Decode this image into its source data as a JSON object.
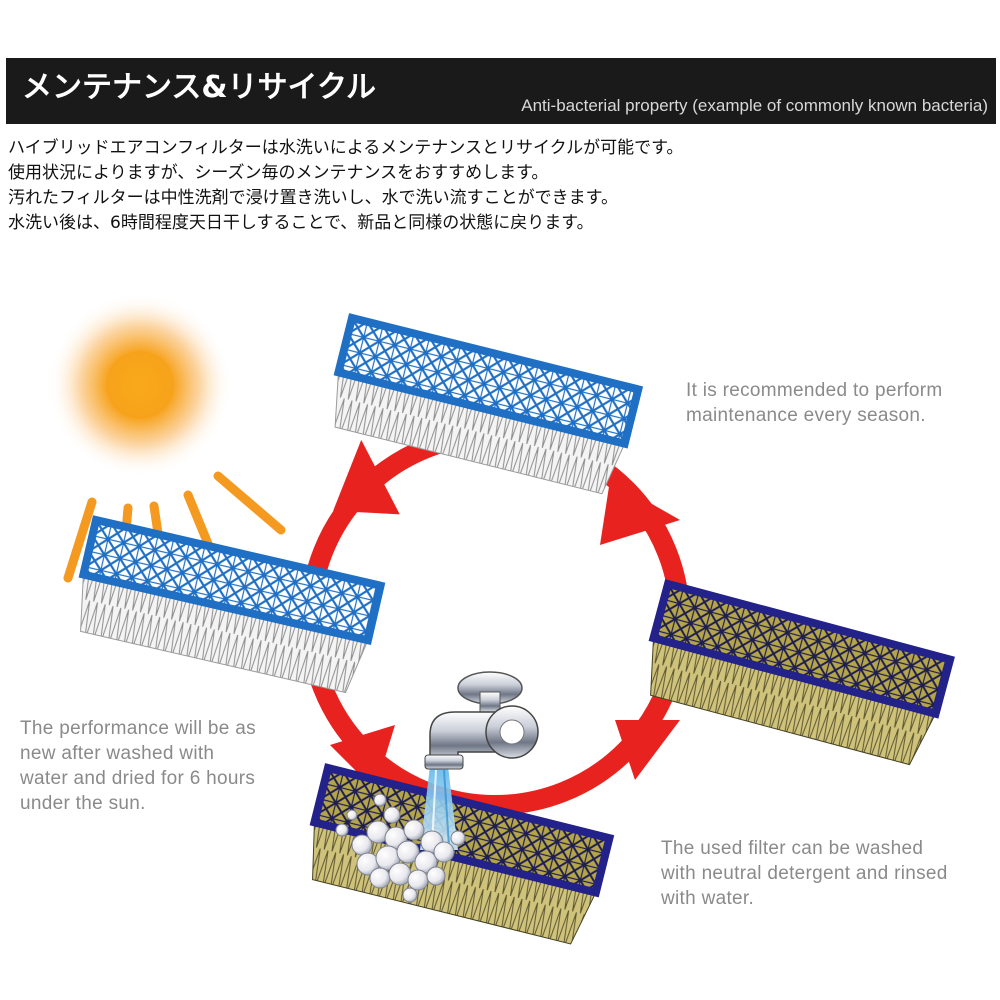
{
  "header": {
    "title": "メンテナンス&リサイクル",
    "subtitle": "Anti-bacterial property (example of commonly known bacteria)"
  },
  "description": [
    "ハイブリッドエアコンフィルターは水洗いによるメンテナンスとリサイクルが可能です。",
    "使用状況によりますが、シーズン毎のメンテナンスをおすすめします。",
    "汚れたフィルターは中性洗剤で浸け置き洗いし、水で洗い流すことができます。",
    "水洗い後は、6時間程度天日干しすることで、新品と同様の状態に戻ります。"
  ],
  "captions": {
    "maintenance": "It is recommended to perform\nmaintenance every season.",
    "washing": "The used filter can be washed\nwith neutral detergent and rinsed\nwith water.",
    "drying": "The performance will be as\nnew after washed with\nwater and dried for 6 hours\nunder the sun."
  },
  "colors": {
    "header_bg": "#1a1a1a",
    "clean_filter_frame": "#1f6fc4",
    "dirty_filter_frame": "#22228a",
    "dirty_filter_fill": "#b5a54a",
    "cycle_arrow": "#e8231f",
    "sun": "#f7a21b",
    "sun_rays": "#f59a20"
  },
  "icons": [
    "sun-icon",
    "faucet-icon",
    "cycle-arrow-icon",
    "air-filter-icon",
    "soap-bubbles-icon"
  ]
}
